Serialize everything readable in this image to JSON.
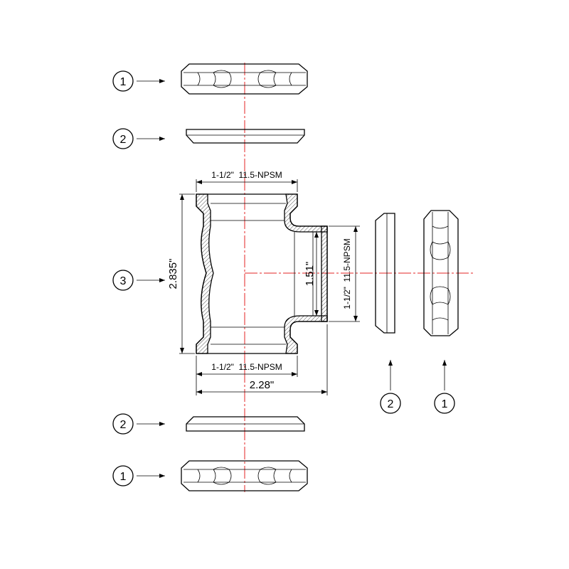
{
  "colors": {
    "line": "#000000",
    "axis": "#e32626",
    "background": "#ffffff"
  },
  "callouts": {
    "nut_top": "1",
    "washer_top": "2",
    "tee_body": "3",
    "washer_bottom": "2",
    "nut_bottom": "1",
    "washer_side": "2",
    "nut_side": "1"
  },
  "dimensions": {
    "top_thread": "1-1/2\"  11.5-NPSM",
    "bottom_thread": "1-1/2\"  11.5-NPSM",
    "side_thread": "1-1/2\"  11.5-NPSM",
    "height": "2.835\"",
    "width": "2.28\"",
    "branch_inner": "1.51\""
  }
}
